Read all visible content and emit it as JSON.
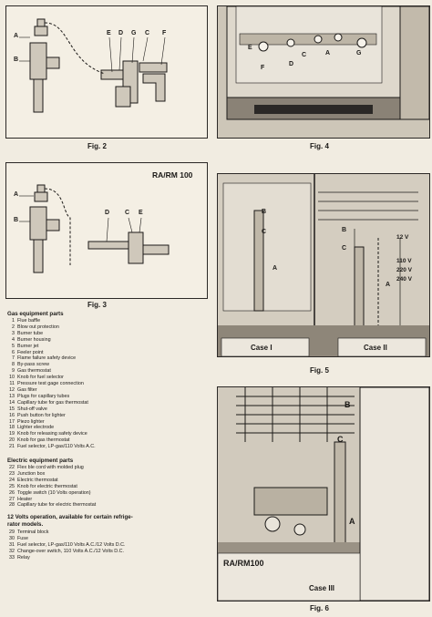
{
  "figures": {
    "fig2": {
      "caption": "Fig. 2",
      "labels": [
        "A",
        "B",
        "E",
        "D",
        "G",
        "C",
        "F"
      ]
    },
    "fig3": {
      "caption": "Fig. 3",
      "title": "RA/RM 100",
      "labels": [
        "A",
        "B",
        "D",
        "C",
        "E"
      ]
    },
    "fig4": {
      "caption": "Fig. 4",
      "labels": [
        "E",
        "F",
        "D",
        "C",
        "A",
        "G"
      ]
    },
    "fig5": {
      "caption": "Fig. 5",
      "case1": "Case I",
      "case2": "Case II",
      "labels": [
        "B",
        "C",
        "A",
        "B",
        "C",
        "A"
      ],
      "volts": [
        "12 V",
        "110 V",
        "220 V",
        "240 V"
      ]
    },
    "fig6": {
      "caption": "Fig. 6",
      "case3": "Case III",
      "title": "RA/RM100",
      "labels": [
        "B",
        "C",
        "A"
      ]
    }
  },
  "gas_parts": {
    "heading": "Gas equipment parts",
    "items": [
      {
        "n": "1",
        "t": "Flue baffle"
      },
      {
        "n": "2",
        "t": "Blow out protection"
      },
      {
        "n": "3",
        "t": "Burner tube"
      },
      {
        "n": "4",
        "t": "Burner housing"
      },
      {
        "n": "5",
        "t": "Burner jet"
      },
      {
        "n": "6",
        "t": "Feeler point"
      },
      {
        "n": "7",
        "t": "Flame failure safety device"
      },
      {
        "n": "8",
        "t": "By-pass screw"
      },
      {
        "n": "9",
        "t": "Gas thermostat"
      },
      {
        "n": "10",
        "t": "Knob for fuel selector"
      },
      {
        "n": "11",
        "t": "Pressure test gage connection"
      },
      {
        "n": "12",
        "t": "Gas filter"
      },
      {
        "n": "13",
        "t": "Plugs for capillary tubes"
      },
      {
        "n": "14",
        "t": "Capillary tube for gas thermostat"
      },
      {
        "n": "15",
        "t": "Shut-off valve"
      },
      {
        "n": "16",
        "t": "Push button for lighter"
      },
      {
        "n": "17",
        "t": "Piezo lighter"
      },
      {
        "n": "18",
        "t": "Lighter electrode"
      },
      {
        "n": "19",
        "t": "Knob for releasing safety device"
      },
      {
        "n": "20",
        "t": "Knob for gas thermostat"
      },
      {
        "n": "21",
        "t": "Fuel selector, LP-gas/110 Volts A.C."
      }
    ]
  },
  "electric_parts": {
    "heading": "Electric equipment parts",
    "items": [
      {
        "n": "22",
        "t": "Flex ble cord with molded plug"
      },
      {
        "n": "23",
        "t": "Junction box"
      },
      {
        "n": "24",
        "t": "Electric thermostat"
      },
      {
        "n": "25",
        "t": "Knob for electric thermostat"
      },
      {
        "n": "26",
        "t": "Toggle switch (10 Volts operation)"
      },
      {
        "n": "27",
        "t": "Heater"
      },
      {
        "n": "28",
        "t": "Capillary tube for electric thermostat"
      }
    ]
  },
  "twelve_volt": {
    "heading_line1": "12 Volts operation, available for certain refrige-",
    "heading_line2": "rator models.",
    "items": [
      {
        "n": "29",
        "t": "Terminal block"
      },
      {
        "n": "30",
        "t": "Fuse"
      },
      {
        "n": "31",
        "t": "Fuel selector, LP-gas/110 Volts A.C./12 Volts D.C."
      },
      {
        "n": "32",
        "t": "Change-over switch, 110 Volts A.C./12 Volts D.C."
      },
      {
        "n": "33",
        "t": "Relay"
      }
    ]
  }
}
